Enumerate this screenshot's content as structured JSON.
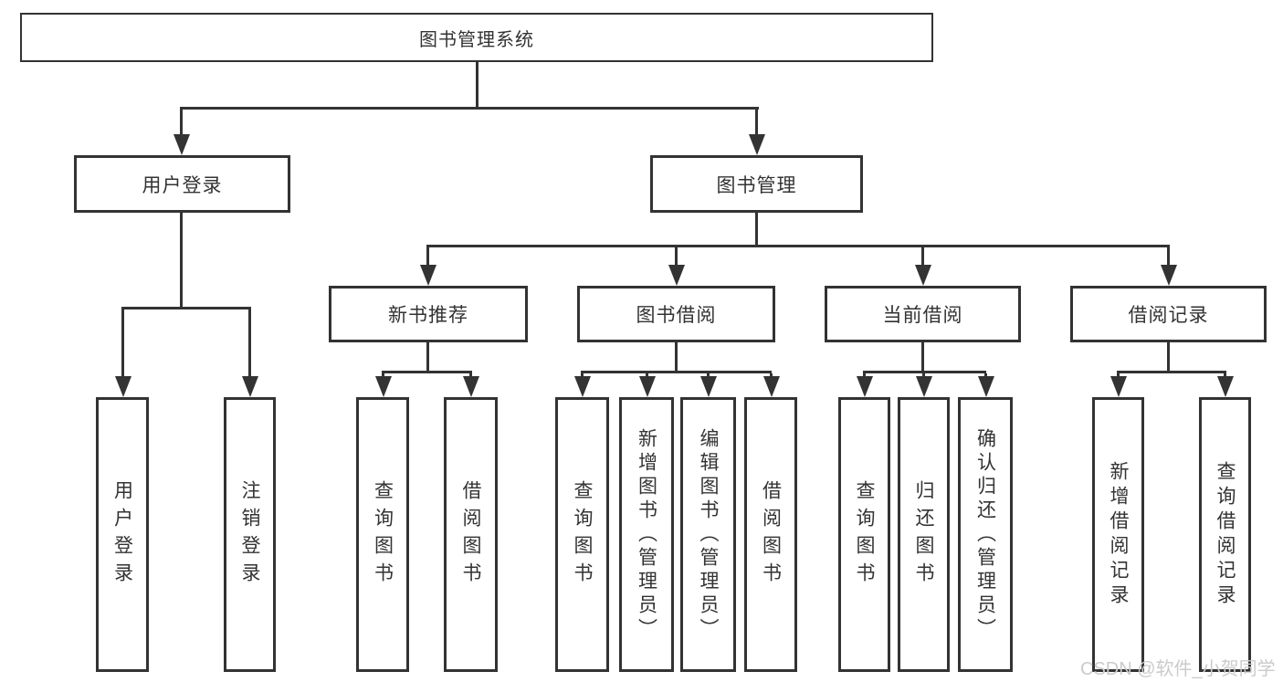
{
  "diagram_type": "hierarchy",
  "nodes": {
    "root": "图书管理系统",
    "user_login": "用户登录",
    "book_mgmt": "图书管理",
    "new_book": "新书推荐",
    "book_borrow": "图书借阅",
    "current_borrow": "当前借阅",
    "borrow_record": "借阅记录",
    "leaves_user": [
      "用户登录",
      "注销登录"
    ],
    "leaves_new_book": [
      "查询图书",
      "借阅图书"
    ],
    "leaves_book_borrow": [
      "查询图书",
      "新增图书（管理员）",
      "编辑图书（管理员）",
      "借阅图书"
    ],
    "leaves_current": [
      "查询图书",
      "归还图书",
      "确认归还（管理员）"
    ],
    "leaves_record": [
      "新增借阅记录",
      "查询借阅记录"
    ]
  },
  "hierarchy": {
    "图书管理系统": {
      "用户登录": [
        "用户登录",
        "注销登录"
      ],
      "图书管理": {
        "新书推荐": [
          "查询图书",
          "借阅图书"
        ],
        "图书借阅": [
          "查询图书",
          "新增图书（管理员）",
          "编辑图书（管理员）",
          "借阅图书"
        ],
        "当前借阅": [
          "查询图书",
          "归还图书",
          "确认归还（管理员）"
        ],
        "借阅记录": [
          "新增借阅记录",
          "查询借阅记录"
        ]
      }
    }
  },
  "watermark": "CSDN @软件_小贺同学",
  "colors": {
    "line": "#333333",
    "text": "#333333",
    "background": "#ffffff",
    "watermark": "#cbcbcb"
  }
}
